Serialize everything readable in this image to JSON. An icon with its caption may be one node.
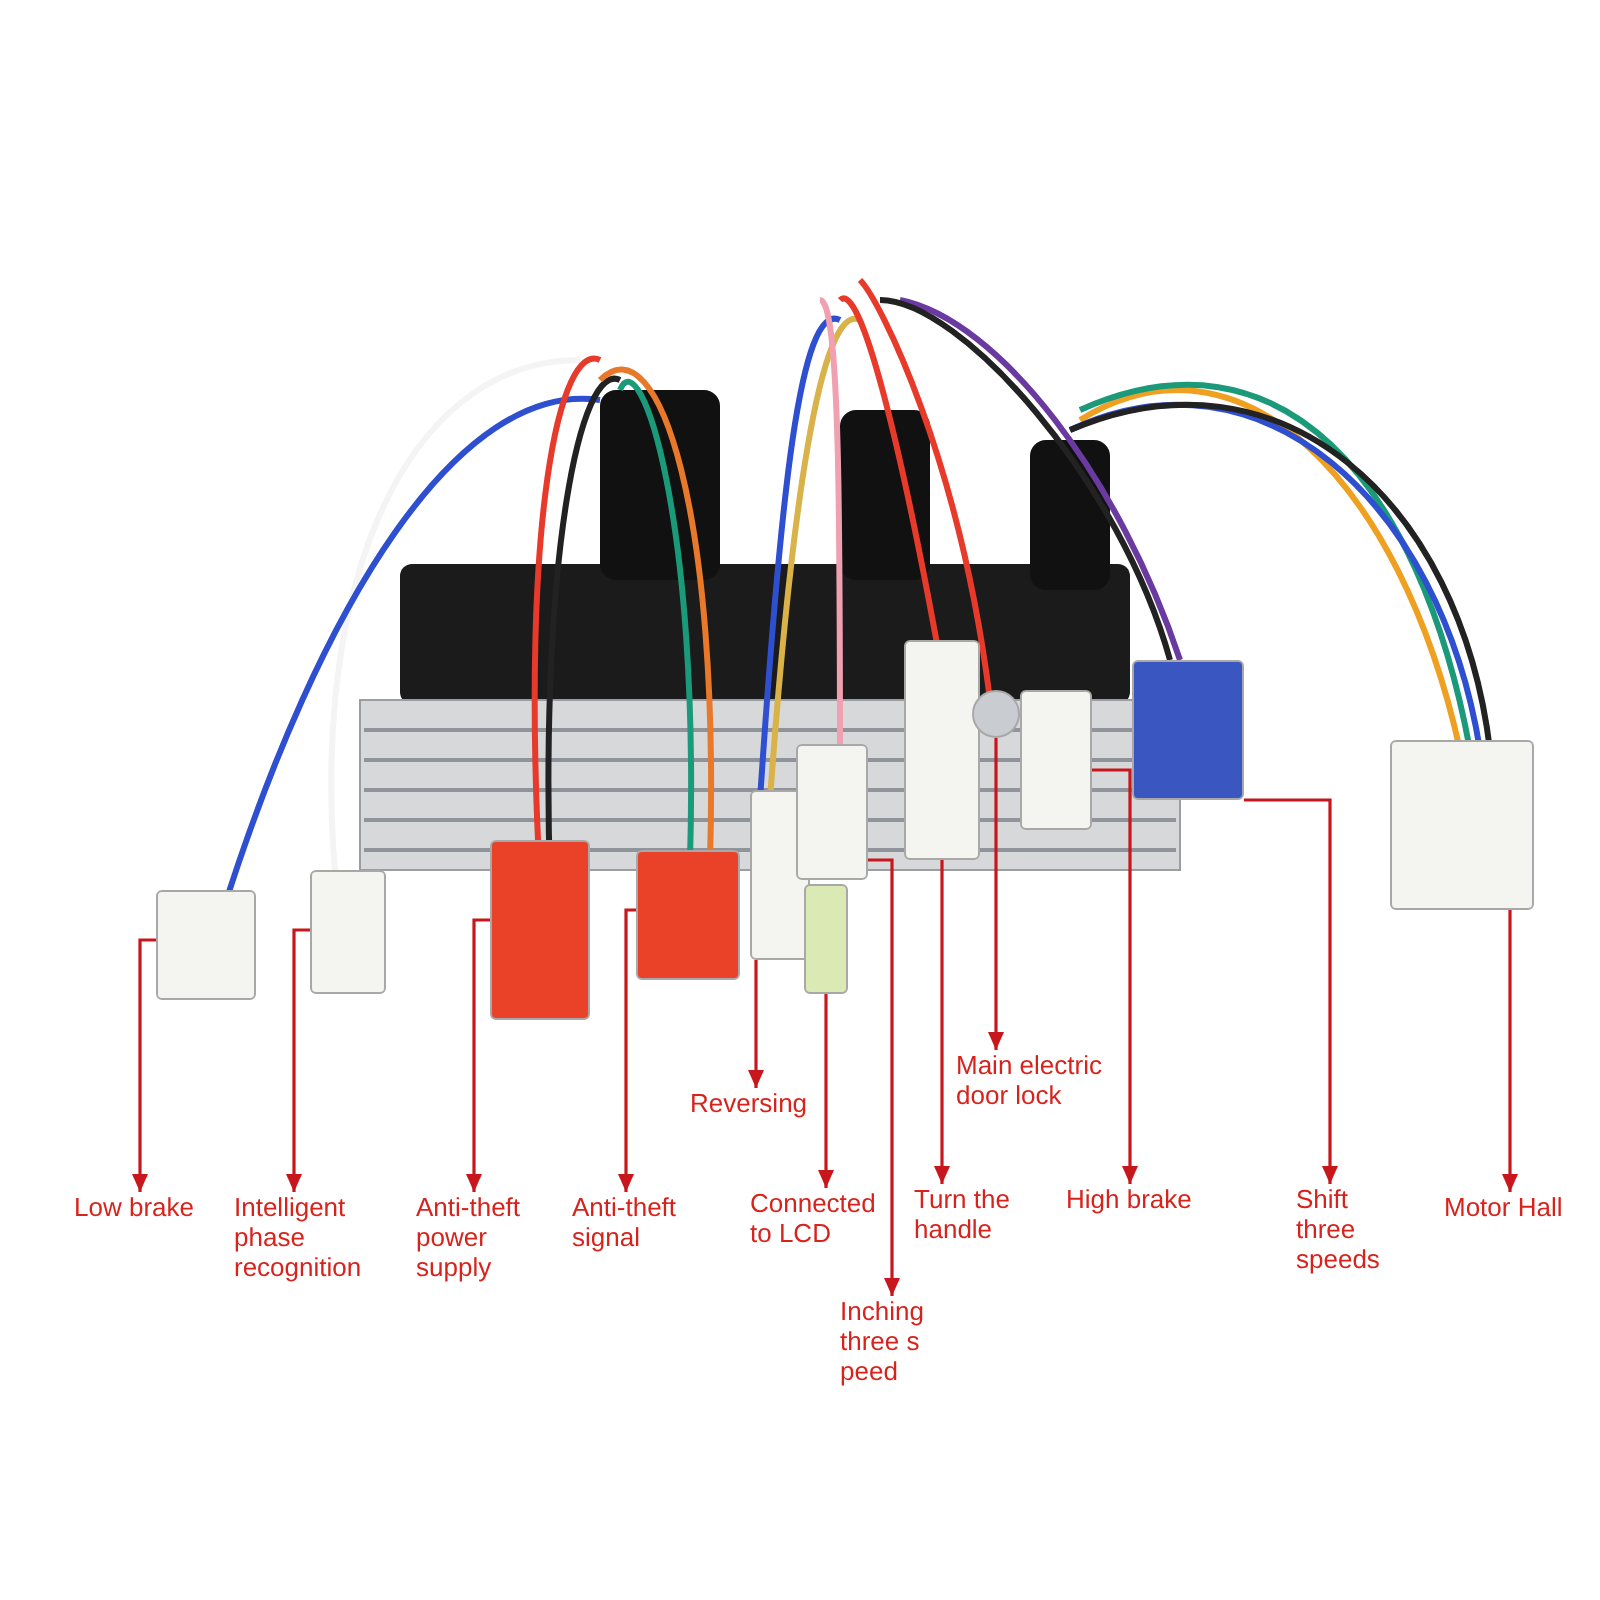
{
  "diagram": {
    "nodes": [
      {
        "text": [],
        "shape": "box"
      },
      {
        "text": [],
        "shape": "box"
      },
      {
        "text": [],
        "shape": "box"
      },
      {
        "text": [],
        "shape": "box"
      },
      {
        "text": [],
        "shape": "box"
      },
      {
        "text": [],
        "shape": "box"
      },
      {
        "text": [],
        "shape": "box"
      },
      {
        "text": [],
        "shape": "box"
      },
      {
        "text": [],
        "shape": "circle"
      },
      {
        "text": [],
        "shape": "box"
      },
      {
        "text": [],
        "shape": "box"
      },
      {
        "text": [],
        "shape": "box"
      },
      {
        "text": [
          "Low brake"
        ]
      },
      {
        "text": [
          "Intelligent phase recognition"
        ]
      },
      {
        "text": [
          "Anti-theft power supply"
        ]
      },
      {
        "text": [
          "Anti-theft signal"
        ]
      },
      {
        "text": [
          "Reversing"
        ]
      },
      {
        "text": [
          "Connected to LCD"
        ]
      },
      {
        "text": [
          "Inching three s peed"
        ]
      },
      {
        "text": [
          "Turn the handle"
        ]
      },
      {
        "text": [
          "Main electric door lock"
        ]
      },
      {
        "text": [
          "High brake"
        ]
      },
      {
        "text": [
          "Shift three speeds"
        ]
      },
      {
        "text": [
          "Motor Hall"
        ]
      }
    ],
    "edges": [
      {
        "from": 0,
        "to": 12,
        "arrow": "to"
      },
      {
        "from": 1,
        "to": 13,
        "arrow": "to"
      },
      {
        "from": 2,
        "to": 14,
        "arrow": "to"
      },
      {
        "from": 3,
        "to": 15,
        "arrow": "to"
      },
      {
        "from": 4,
        "to": 16,
        "arrow": "to"
      },
      {
        "from": 5,
        "to": 17,
        "arrow": "to"
      },
      {
        "from": 6,
        "to": 18,
        "arrow": "to"
      },
      {
        "from": 7,
        "to": 19,
        "arrow": "to"
      },
      {
        "from": 8,
        "to": 20,
        "arrow": "to"
      },
      {
        "from": 9,
        "to": 21,
        "arrow": "to"
      },
      {
        "from": 10,
        "to": 22,
        "arrow": "to"
      },
      {
        "from": 11,
        "to": 23,
        "arrow": "to"
      }
    ]
  }
}
